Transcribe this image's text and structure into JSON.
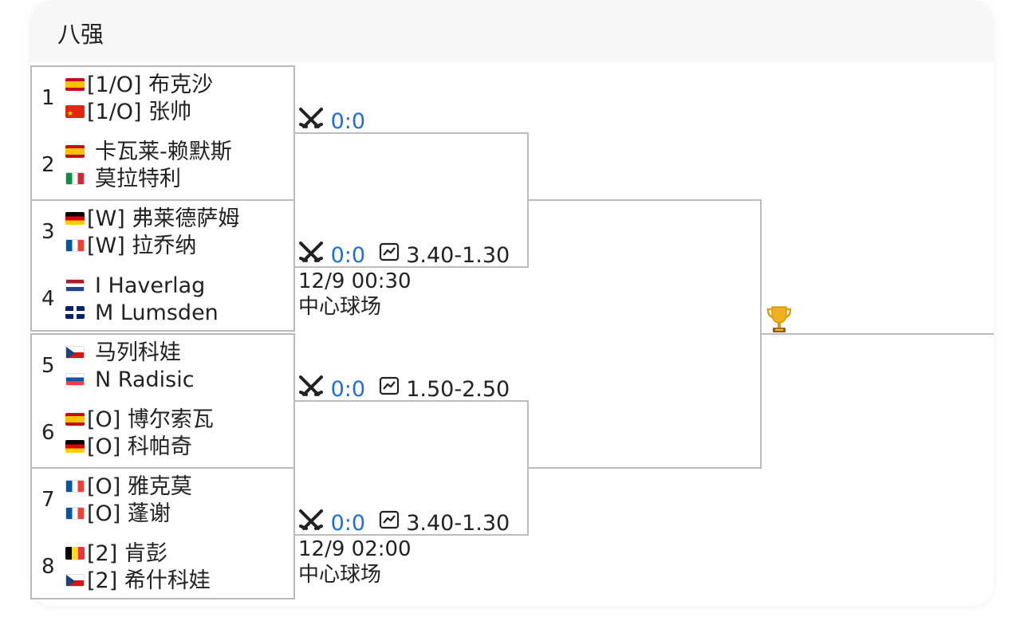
{
  "header": {
    "title": "八强"
  },
  "seeds": [
    "1",
    "2",
    "3",
    "4",
    "5",
    "6",
    "7",
    "8"
  ],
  "players": [
    {
      "flag": "es",
      "name": "[1/O] 布克沙"
    },
    {
      "flag": "cn",
      "name": "[1/O] 张帅"
    },
    {
      "flag": "es",
      "name": "卡瓦莱-赖默斯"
    },
    {
      "flag": "it",
      "name": "莫拉特利"
    },
    {
      "flag": "de",
      "name": "[W] 弗莱德萨姆"
    },
    {
      "flag": "fr",
      "name": "[W] 拉乔纳"
    },
    {
      "flag": "nl",
      "name": "I Haverlag"
    },
    {
      "flag": "gb",
      "name": "M Lumsden"
    },
    {
      "flag": "cz",
      "name": "马列科娃"
    },
    {
      "flag": "si",
      "name": "N Radisic"
    },
    {
      "flag": "es",
      "name": "[O] 博尔索瓦"
    },
    {
      "flag": "de",
      "name": "[O] 科帕奇"
    },
    {
      "flag": "fr",
      "name": "[O] 雅克莫"
    },
    {
      "flag": "fr",
      "name": "[O] 蓬谢"
    },
    {
      "flag": "be",
      "name": "[2] 肯彭"
    },
    {
      "flag": "cz",
      "name": "[2] 希什科娃"
    }
  ],
  "matches": [
    {
      "score": "0:0",
      "odds": ""
    },
    {
      "score": "0:0",
      "odds": "3.40-1.30"
    },
    {
      "score": "0:0",
      "odds": "1.50-2.50"
    },
    {
      "score": "0:0",
      "odds": "3.40-1.30"
    }
  ],
  "semis": [
    {
      "time": "12/9 00:30",
      "venue": "中心球场"
    },
    {
      "time": "12/9 02:00",
      "venue": "中心球场"
    }
  ],
  "icons": {
    "match": "crossed-swords-icon",
    "odds": "trend-chart-icon",
    "final": "trophy-icon"
  },
  "colors": {
    "score": "#1e6fd9",
    "line": "#bdbdbd",
    "header_bg": "#f7f7f7"
  }
}
